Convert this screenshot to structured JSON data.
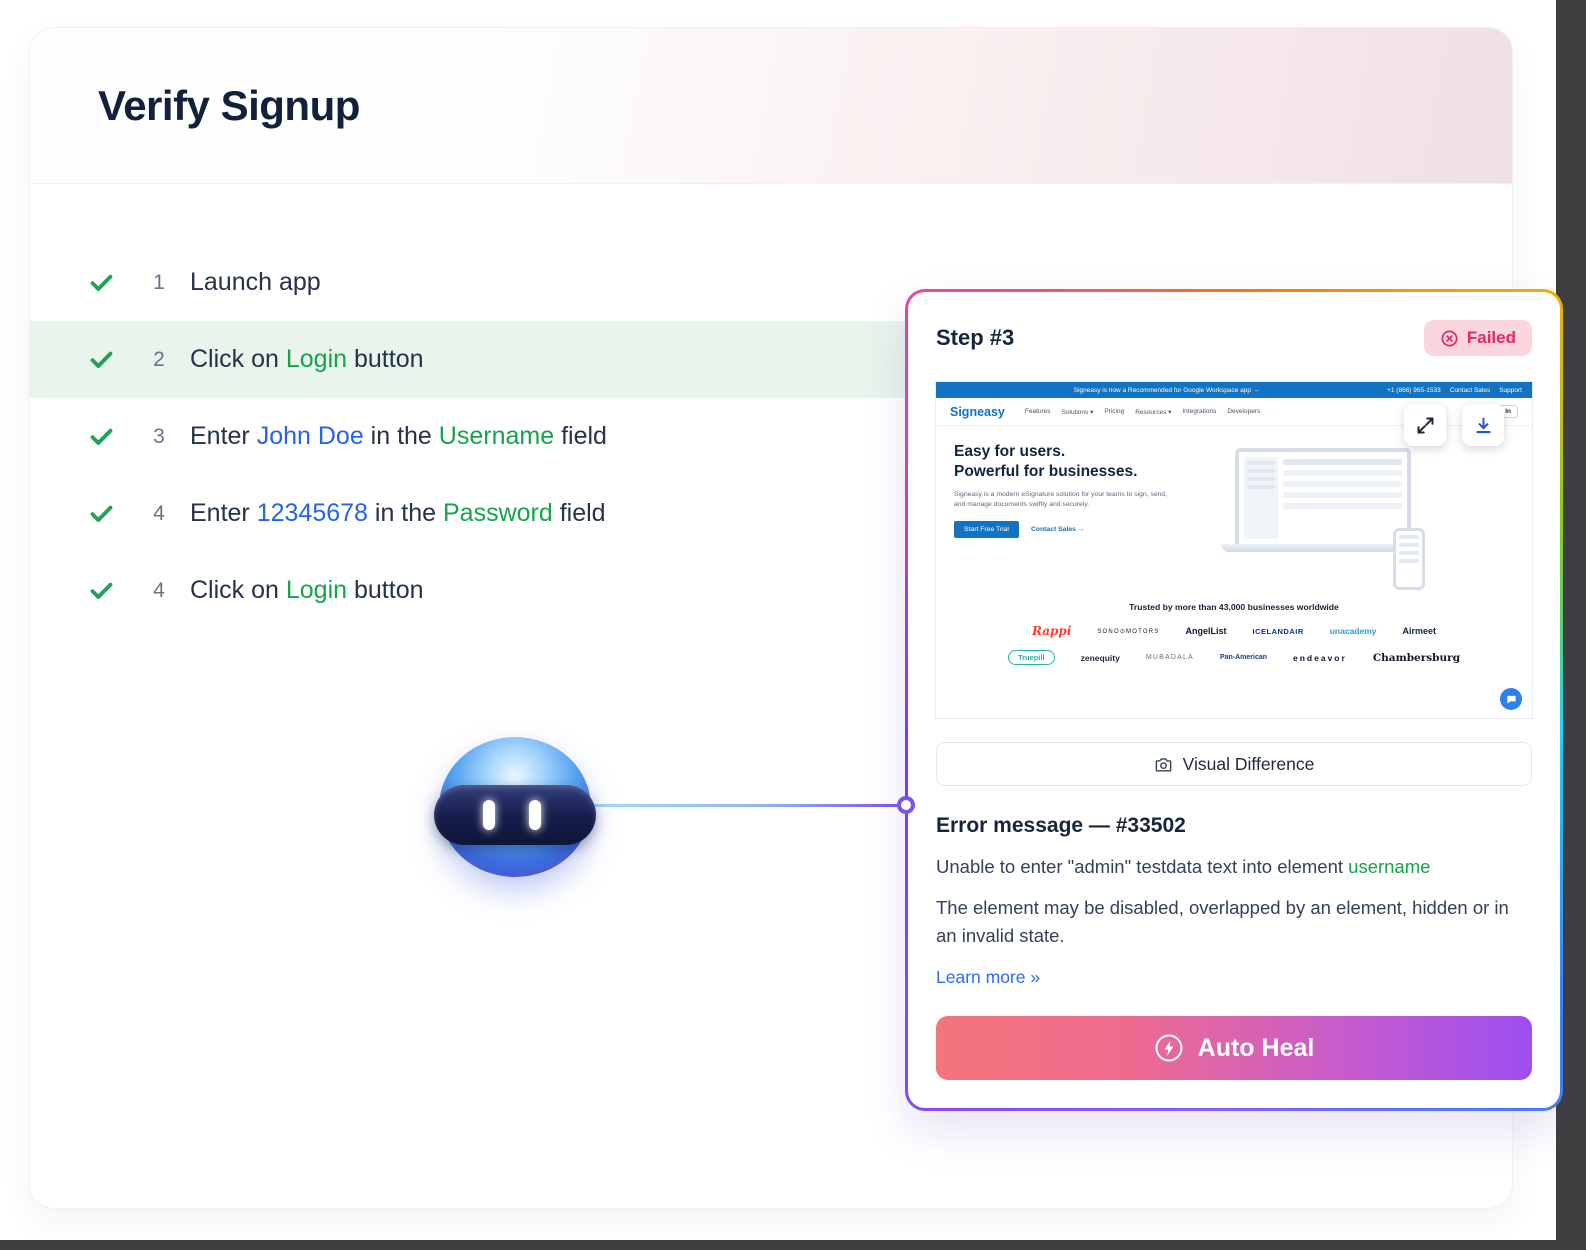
{
  "title": "Verify Signup",
  "steps": [
    {
      "num": "1",
      "highlight": false,
      "parts": [
        {
          "t": "Launch app",
          "c": "default"
        }
      ]
    },
    {
      "num": "2",
      "highlight": true,
      "parts": [
        {
          "t": "Click on ",
          "c": "default"
        },
        {
          "t": "Login",
          "c": "green"
        },
        {
          "t": " button",
          "c": "default"
        }
      ]
    },
    {
      "num": "3",
      "highlight": false,
      "parts": [
        {
          "t": "Enter ",
          "c": "default"
        },
        {
          "t": "John Doe",
          "c": "blue"
        },
        {
          "t": " in the ",
          "c": "default"
        },
        {
          "t": "Username",
          "c": "green"
        },
        {
          "t": " field",
          "c": "default"
        }
      ]
    },
    {
      "num": "4",
      "highlight": false,
      "parts": [
        {
          "t": "Enter ",
          "c": "default"
        },
        {
          "t": "12345678",
          "c": "blue"
        },
        {
          "t": " in the ",
          "c": "default"
        },
        {
          "t": "Password",
          "c": "green"
        },
        {
          "t": " field",
          "c": "default"
        }
      ]
    },
    {
      "num": "4",
      "highlight": false,
      "parts": [
        {
          "t": "Click on ",
          "c": "default"
        },
        {
          "t": "Login",
          "c": "green"
        },
        {
          "t": " button",
          "c": "default"
        }
      ]
    }
  ],
  "card": {
    "step_title": "Step #3",
    "failed_label": "Failed",
    "visual_difference_label": "Visual Difference",
    "error_title": "Error message — #33502",
    "error_message_parts": [
      {
        "t": "Unable to enter \"admin\" testdata text  into element ",
        "c": "default"
      },
      {
        "t": "username",
        "c": "green"
      }
    ],
    "error_detail": "The element may be disabled, overlapped by an element, hidden or in an invalid state.",
    "learn_more_label": "Learn more »",
    "auto_heal_label": "Auto Heal"
  },
  "screenshot": {
    "topbar": {
      "announcement": "Signeasy is now a Recommended for Google Workspace app  →",
      "phone": "+1 (866) 965-1533",
      "contact": "Contact Sales",
      "support": "Support"
    },
    "brand": "Signeasy",
    "nav_items": [
      "Features",
      "Solutions ▾",
      "Pricing",
      "Resources ▾",
      "Integrations",
      "Developers"
    ],
    "login_label": "Log In",
    "hero": {
      "title_line1": "Easy for users.",
      "title_line2": "Powerful for businesses.",
      "description": "Signeasy is a modern eSignature solution for your teams to sign, send, and manage documents swiftly and securely.",
      "primary_cta": "Start Free Trial",
      "secondary_cta": "Contact Sales  →"
    },
    "trusted_line": "Trusted by more than 43,000 businesses worldwide",
    "logos_row1": [
      {
        "name": "Rappi",
        "cls": "rappi"
      },
      {
        "name": "SONO⊙MOTORS",
        "cls": "sono"
      },
      {
        "name": "AngelList",
        "cls": "angellist"
      },
      {
        "name": "ICELANDAIR",
        "cls": "icelandair"
      },
      {
        "name": "unacademy",
        "cls": "unacademy"
      },
      {
        "name": "Airmeet",
        "cls": "airmeet"
      }
    ],
    "logos_row2": [
      {
        "name": "Truepill",
        "cls": "truepill"
      },
      {
        "name": "zenequity",
        "cls": "zenequity"
      },
      {
        "name": "MUBADALA",
        "cls": "mubadala"
      },
      {
        "name": "Pan-American",
        "cls": "panam"
      },
      {
        "name": "endeavor",
        "cls": "endeavor"
      },
      {
        "name": "Chambersburg",
        "cls": "chambersburg"
      }
    ]
  },
  "colors": {
    "accent_blue": "#1173c2",
    "success_green": "#16a34a",
    "link_blue": "#2563eb",
    "failed_red": "#e7285f",
    "highlight_green_bg": "#e8f4ec"
  }
}
